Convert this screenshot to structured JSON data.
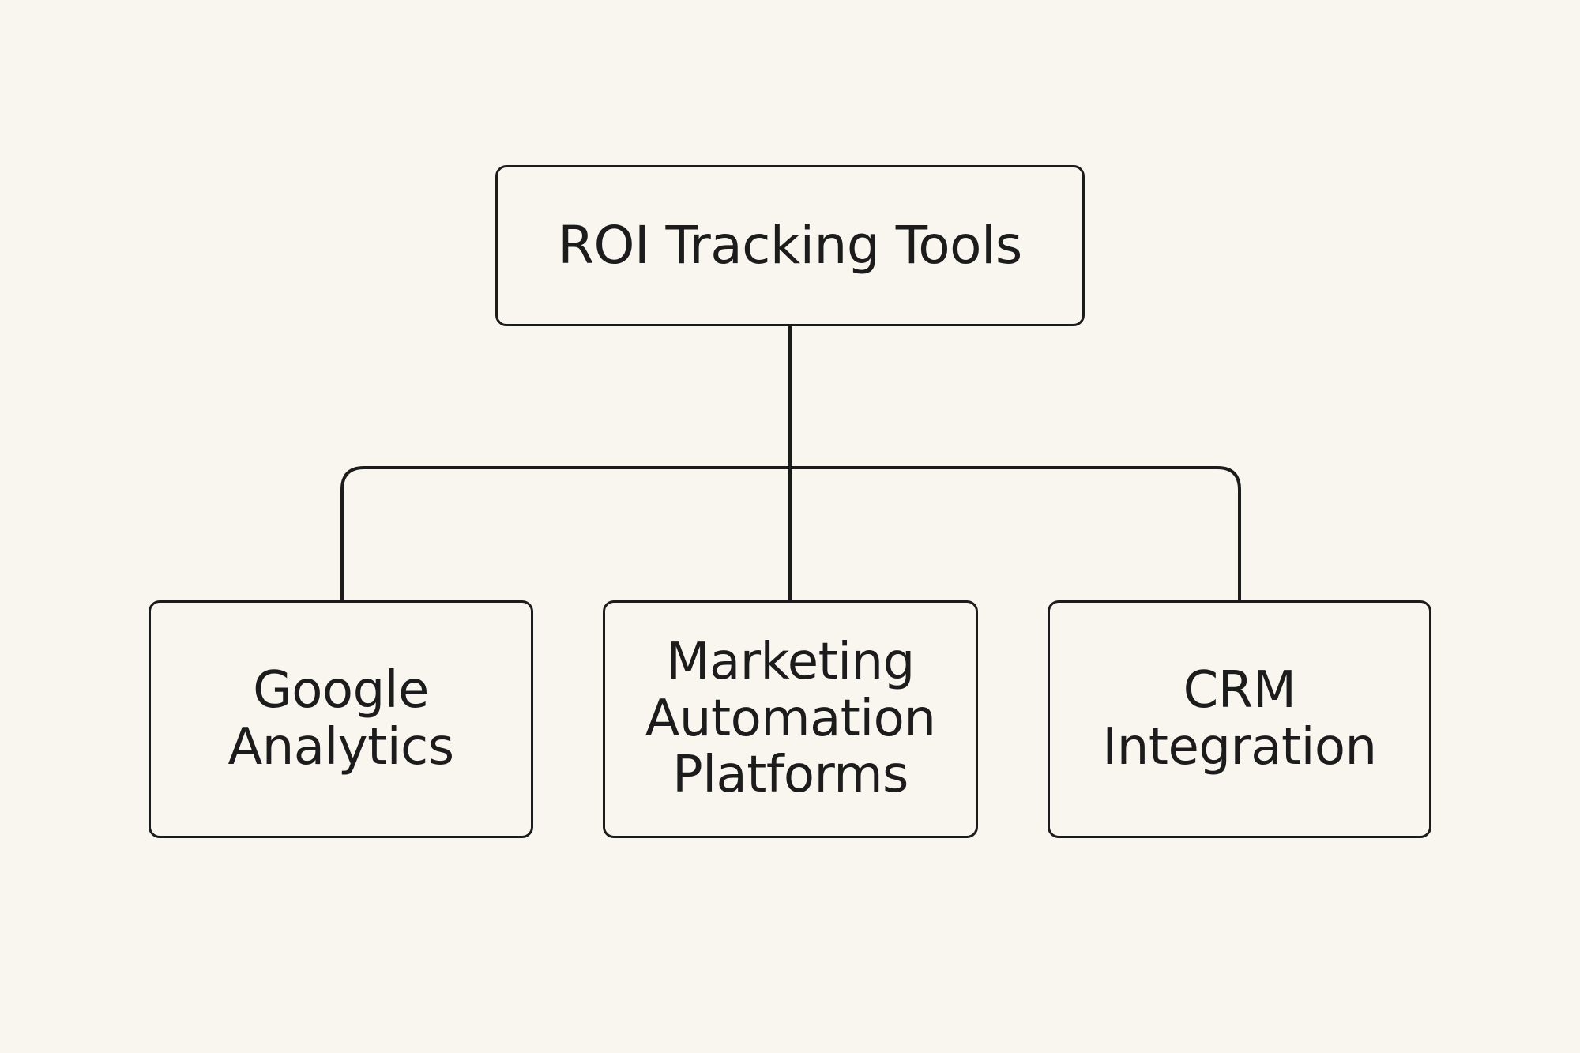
{
  "diagram": {
    "root": {
      "label": "ROI Tracking Tools"
    },
    "children": [
      {
        "label": "Google\nAnalytics"
      },
      {
        "label": "Marketing\nAutomation\nPlatforms"
      },
      {
        "label": "CRM\nIntegration"
      }
    ]
  },
  "colors": {
    "background": "#f9f5ef",
    "stroke": "#1c1c1c",
    "text": "#1c1c1c"
  }
}
